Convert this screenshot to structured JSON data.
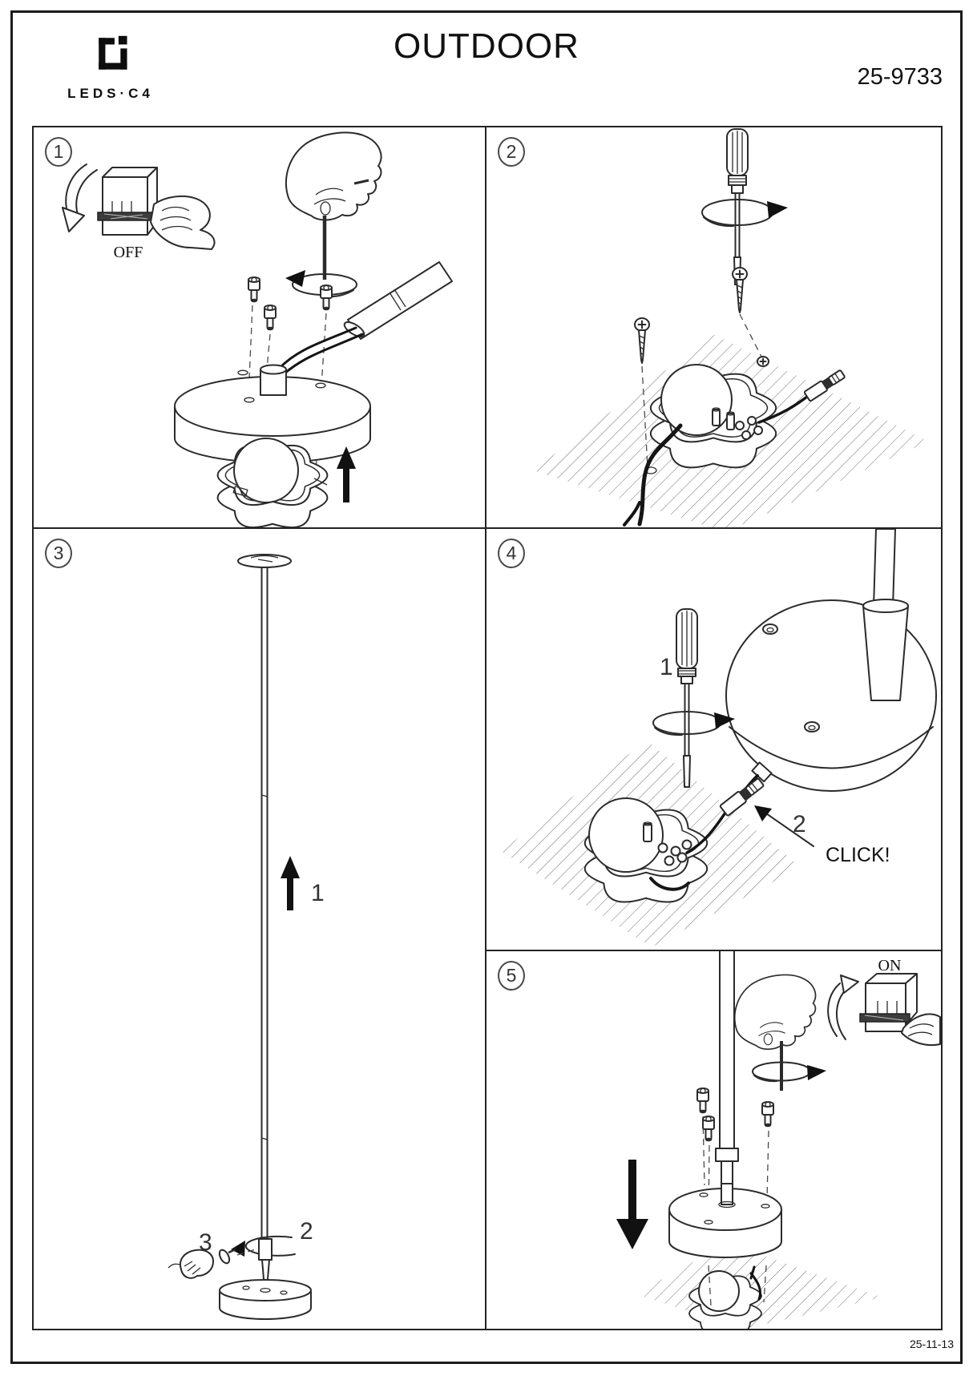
{
  "header": {
    "brand": "LEDS·C4",
    "title": "OUTDOOR",
    "product_code": "25-9733"
  },
  "panels": {
    "p1": {
      "number": "1",
      "power_label": "OFF"
    },
    "p2": {
      "number": "2"
    },
    "p3": {
      "number": "3",
      "callout_1": "1",
      "callout_2": "2",
      "callout_3": "3"
    },
    "p4": {
      "number": "4",
      "callout_1": "1",
      "callout_2": "2",
      "click_label": "CLICK!"
    },
    "p5": {
      "number": "5",
      "power_label": "ON"
    }
  },
  "footer": {
    "revision_date": "25-11-13"
  }
}
